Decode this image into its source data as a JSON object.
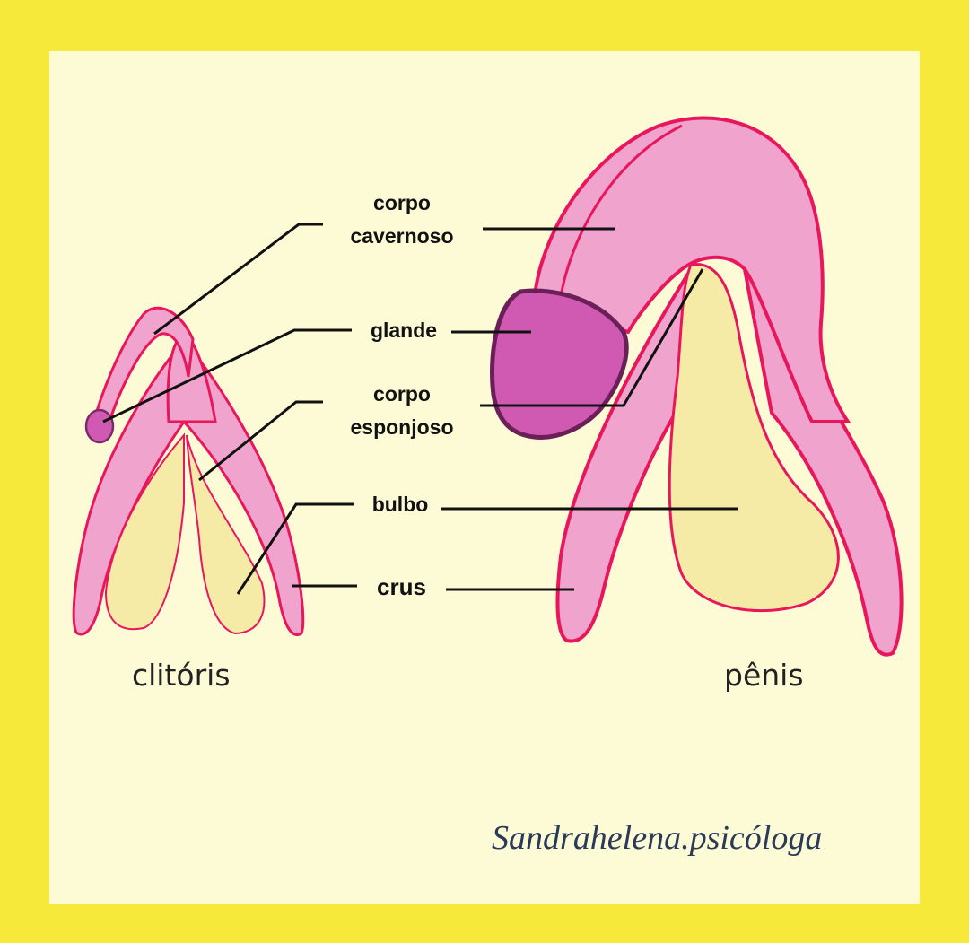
{
  "labels": {
    "corpo_cavernoso_line1": "corpo",
    "corpo_cavernoso_line2": "cavernoso",
    "glande": "glande",
    "corpo_esponjoso_line1": "corpo",
    "corpo_esponjoso_line2": "esponjoso",
    "bulbo": "bulbo",
    "crus": "crus"
  },
  "captions": {
    "left": "clitóris",
    "right": "pênis"
  },
  "signature": "Sandrahelena.psicóloga",
  "colors": {
    "border": "#f7e93a",
    "background": "#fdfbd6",
    "tissue_pink": "#f0a3cc",
    "outline_red": "#e8175d",
    "glans_magenta": "#d05ab2",
    "bulb_cream": "#f6eba6"
  }
}
